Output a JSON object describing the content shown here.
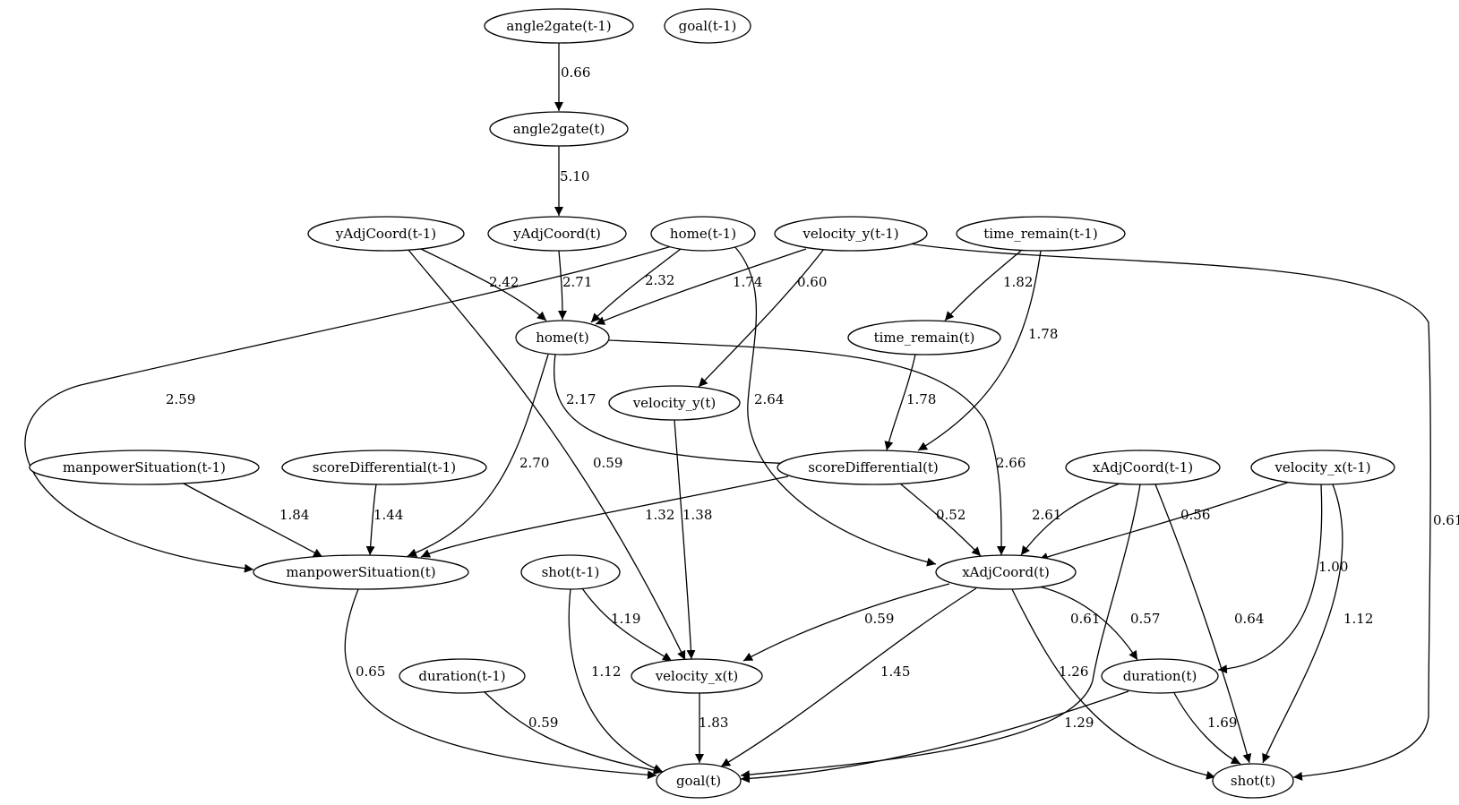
{
  "diagram": {
    "type": "directed-graph",
    "nodes": [
      {
        "id": "angle2gate_prev",
        "label": "angle2gate(t-1)"
      },
      {
        "id": "goal_prev",
        "label": "goal(t-1)"
      },
      {
        "id": "angle2gate",
        "label": "angle2gate(t)"
      },
      {
        "id": "yAdj_prev",
        "label": "yAdjCoord(t-1)"
      },
      {
        "id": "yAdj",
        "label": "yAdjCoord(t)"
      },
      {
        "id": "home_prev",
        "label": "home(t-1)"
      },
      {
        "id": "vely_prev",
        "label": "velocity_y(t-1)"
      },
      {
        "id": "time_prev",
        "label": "time_remain(t-1)"
      },
      {
        "id": "home",
        "label": "home(t)"
      },
      {
        "id": "time",
        "label": "time_remain(t)"
      },
      {
        "id": "vely",
        "label": "velocity_y(t)"
      },
      {
        "id": "manp_prev",
        "label": "manpowerSituation(t-1)"
      },
      {
        "id": "score_prev",
        "label": "scoreDifferential(t-1)"
      },
      {
        "id": "score",
        "label": "scoreDifferential(t)"
      },
      {
        "id": "xAdj_prev",
        "label": "xAdjCoord(t-1)"
      },
      {
        "id": "velx_prev",
        "label": "velocity_x(t-1)"
      },
      {
        "id": "manp",
        "label": "manpowerSituation(t)"
      },
      {
        "id": "shot_prev",
        "label": "shot(t-1)"
      },
      {
        "id": "xAdj",
        "label": "xAdjCoord(t)"
      },
      {
        "id": "dur_prev",
        "label": "duration(t-1)"
      },
      {
        "id": "velx",
        "label": "velocity_x(t)"
      },
      {
        "id": "dur",
        "label": "duration(t)"
      },
      {
        "id": "goal",
        "label": "goal(t)"
      },
      {
        "id": "shot",
        "label": "shot(t)"
      }
    ],
    "edges": [
      {
        "from": "angle2gate_prev",
        "to": "angle2gate",
        "label": "0.66"
      },
      {
        "from": "angle2gate",
        "to": "yAdj",
        "label": "5.10"
      },
      {
        "from": "yAdj_prev",
        "to": "home",
        "label": "2.42"
      },
      {
        "from": "yAdj",
        "to": "home",
        "label": "2.71"
      },
      {
        "from": "home_prev",
        "to": "home",
        "label": "2.32"
      },
      {
        "from": "vely_prev",
        "to": "home",
        "label": "1.74"
      },
      {
        "from": "home_prev",
        "to": "manp",
        "label": "2.59"
      },
      {
        "from": "home_prev",
        "to": "xAdj",
        "label": "2.64"
      },
      {
        "from": "vely_prev",
        "to": "vely",
        "label": "0.60"
      },
      {
        "from": "vely_prev",
        "to": "shot",
        "label": "0.61"
      },
      {
        "from": "time_prev",
        "to": "time",
        "label": "1.82"
      },
      {
        "from": "time_prev",
        "to": "score",
        "label": "1.78"
      },
      {
        "from": "time",
        "to": "score",
        "label": "1.78"
      },
      {
        "from": "home",
        "to": "score",
        "label": "2.17"
      },
      {
        "from": "home",
        "to": "manp",
        "label": "2.70"
      },
      {
        "from": "home",
        "to": "xAdj",
        "label": "2.66"
      },
      {
        "from": "yAdj_prev",
        "to": "velx",
        "label": "0.59"
      },
      {
        "from": "vely",
        "to": "velx",
        "label": "1.38"
      },
      {
        "from": "manp_prev",
        "to": "manp",
        "label": "1.84"
      },
      {
        "from": "score_prev",
        "to": "manp",
        "label": "1.44"
      },
      {
        "from": "score",
        "to": "manp",
        "label": "1.32"
      },
      {
        "from": "score",
        "to": "xAdj",
        "label": "0.52"
      },
      {
        "from": "xAdj_prev",
        "to": "xAdj",
        "label": "2.61"
      },
      {
        "from": "xAdj_prev",
        "to": "goal",
        "label": "0.61"
      },
      {
        "from": "xAdj_prev",
        "to": "shot",
        "label": "0.64"
      },
      {
        "from": "velx_prev",
        "to": "xAdj",
        "label": "0.56"
      },
      {
        "from": "velx_prev",
        "to": "dur",
        "label": "1.00"
      },
      {
        "from": "velx_prev",
        "to": "shot",
        "label": "1.12"
      },
      {
        "from": "shot_prev",
        "to": "velx",
        "label": "1.19"
      },
      {
        "from": "shot_prev",
        "to": "goal",
        "label": "1.12"
      },
      {
        "from": "xAdj",
        "to": "velx",
        "label": "0.59"
      },
      {
        "from": "xAdj",
        "to": "dur",
        "label": "0.57"
      },
      {
        "from": "xAdj",
        "to": "goal",
        "label": "1.45"
      },
      {
        "from": "xAdj",
        "to": "shot",
        "label": "1.26"
      },
      {
        "from": "manp",
        "to": "goal",
        "label": "0.65"
      },
      {
        "from": "dur_prev",
        "to": "goal",
        "label": "0.59"
      },
      {
        "from": "velx",
        "to": "goal",
        "label": "1.83"
      },
      {
        "from": "dur",
        "to": "goal",
        "label": "1.29"
      },
      {
        "from": "dur",
        "to": "shot",
        "label": "1.69"
      }
    ]
  }
}
